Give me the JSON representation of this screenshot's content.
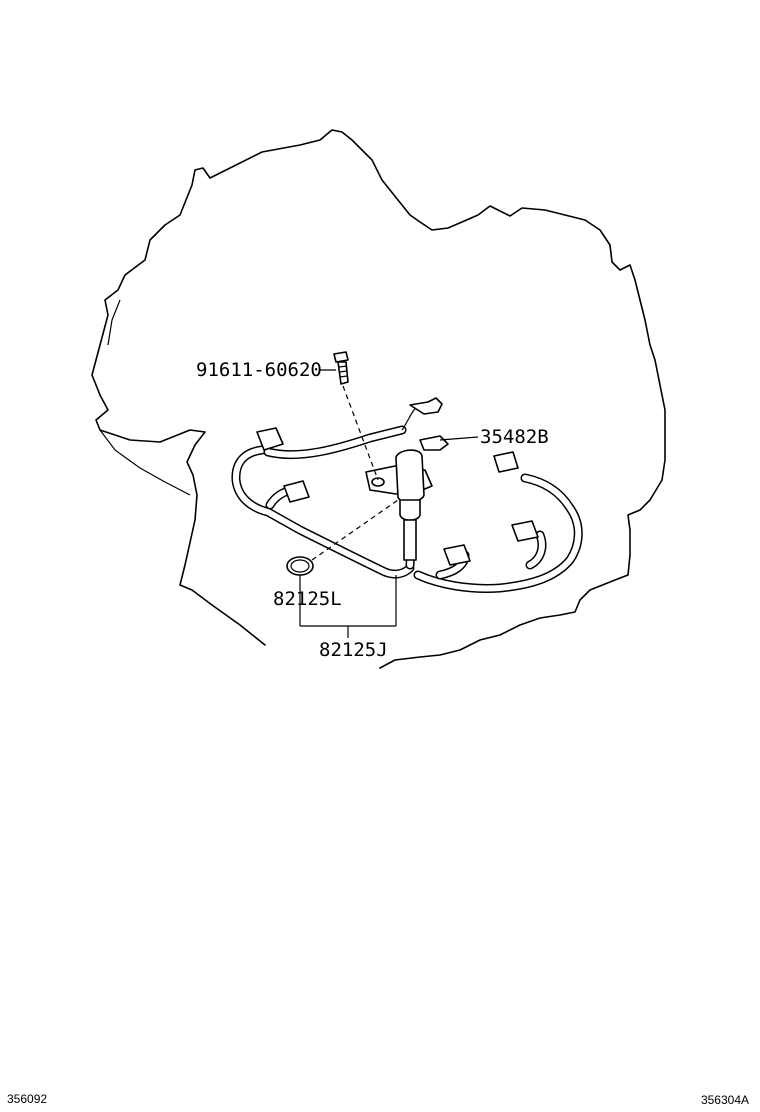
{
  "diagram": {
    "callouts": {
      "bolt": "91611-60620",
      "clamp": "35482B",
      "o_ring": "82125L",
      "harness": "82125J"
    },
    "footer": {
      "left_code": "356092",
      "right_code": "356304A"
    }
  }
}
